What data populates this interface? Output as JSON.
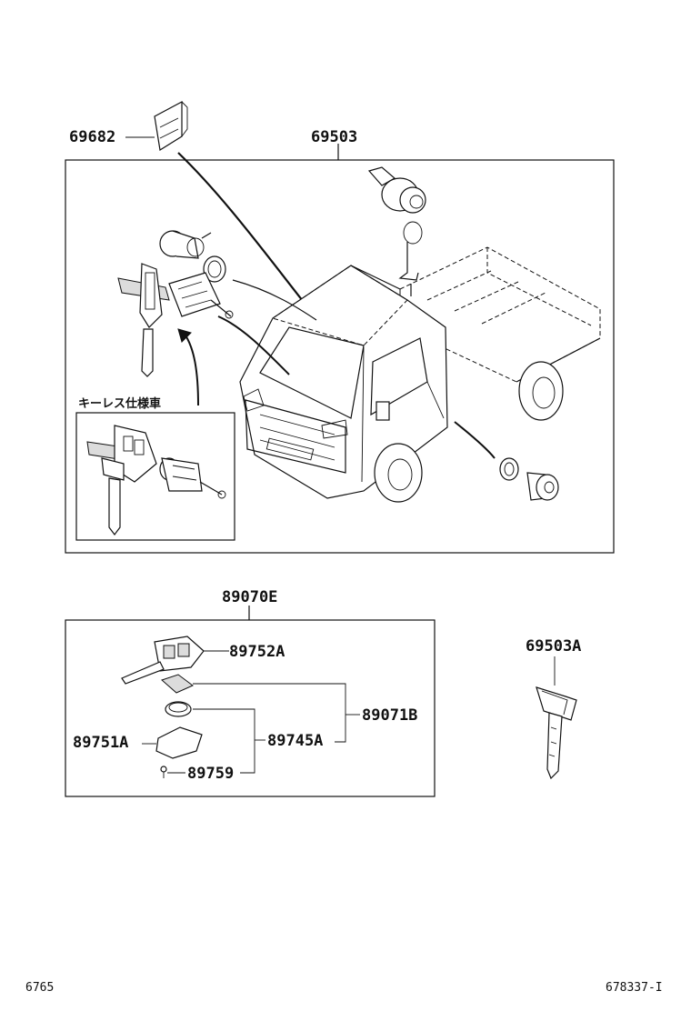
{
  "diagram": {
    "part_labels": {
      "p69682": "69682",
      "p69503": "69503",
      "p89070E": "89070E",
      "p89752A": "89752A",
      "p89071B": "89071B",
      "p89745A": "89745A",
      "p89751A": "89751A",
      "p89759": "89759",
      "p69503A": "69503A"
    },
    "inset_label": "キーレス仕様車",
    "footer": {
      "left_code": "6765",
      "right_code": "678337-I"
    }
  }
}
